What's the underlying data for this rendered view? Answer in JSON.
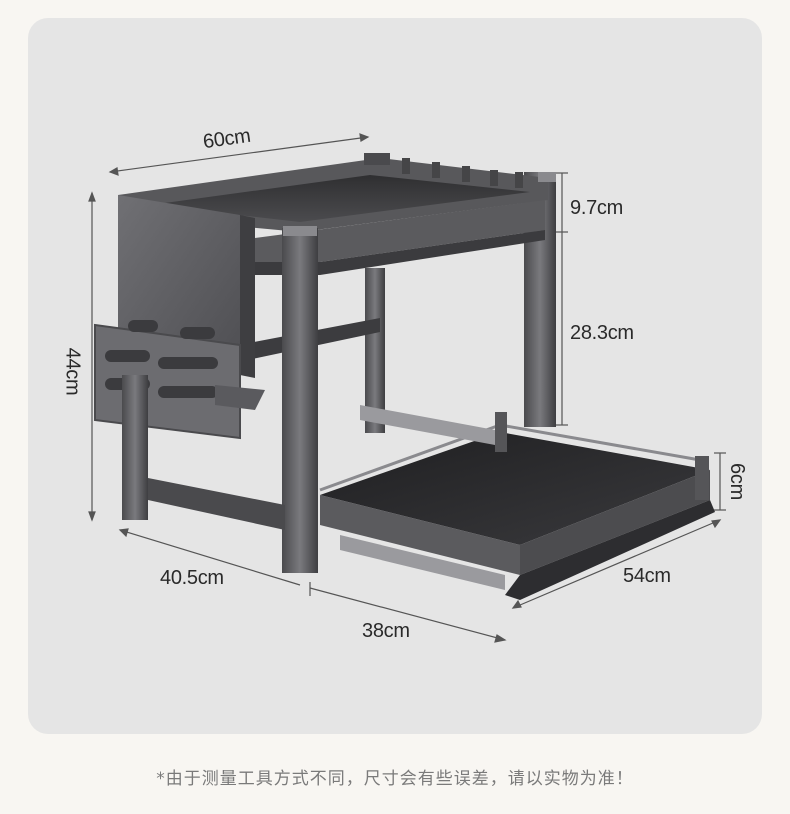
{
  "dimensions": {
    "top_width": "60cm",
    "total_height": "44cm",
    "top_tier_height": "9.7cm",
    "middle_gap_height": "28.3cm",
    "drawer_height": "6cm",
    "left_depth": "40.5cm",
    "bottom_width": "38cm",
    "drawer_depth": "54cm"
  },
  "disclaimer": "*由于测量工具方式不同，尺寸会有些误差，请以实物为准！",
  "colors": {
    "panel_bg": "#e5e5e5",
    "page_bg": "#f8f6f2",
    "metal_dark": "#3a3a3c",
    "metal_light": "#6e6e72",
    "dimension_line": "#555555"
  }
}
